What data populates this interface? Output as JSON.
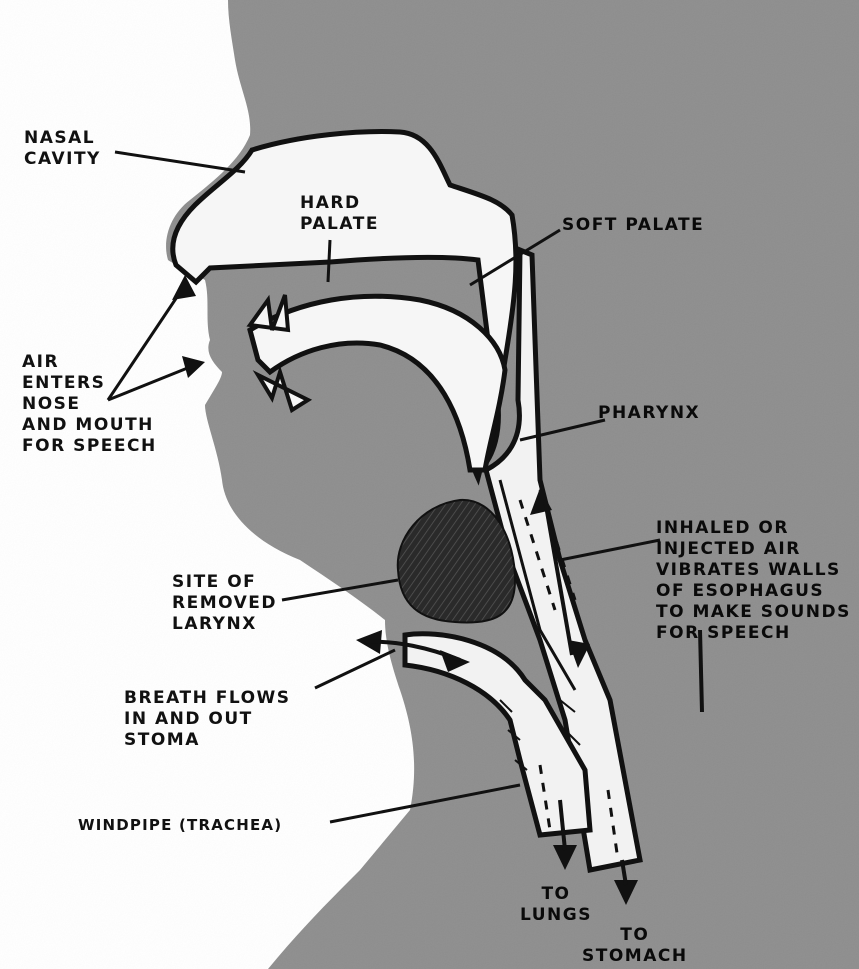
{
  "diagram": {
    "labels": {
      "nasal_cavity": "NASAL\nCAVITY",
      "hard_palate": "HARD\nPALATE",
      "soft_palate": "SOFT PALATE",
      "air_enters": "AIR\nENTERS\nNOSE\nAND MOUTH\nFOR SPEECH",
      "pharynx": "PHARYNX",
      "inhaled_air": "INHALED OR\nINJECTED AIR\nVIBRATES WALLS\nOF ESOPHAGUS\nTO MAKE SOUNDS\nFOR SPEECH",
      "removed_larynx": "SITE OF\nREMOVED\nLARYNX",
      "breath_flows": "BREATH FLOWS\nIN AND OUT\nSTOMA",
      "windpipe": "WINDPIPE (TRACHEA)",
      "to_lungs": "TO\nLUNGS",
      "to_stomach": "TO\nSTOMACH"
    },
    "colors": {
      "tissue": "#8e8e8e",
      "background": "#ffffff",
      "passage": "#f6f6f6",
      "outline": "#111111",
      "larynx_site": "#222222"
    }
  }
}
